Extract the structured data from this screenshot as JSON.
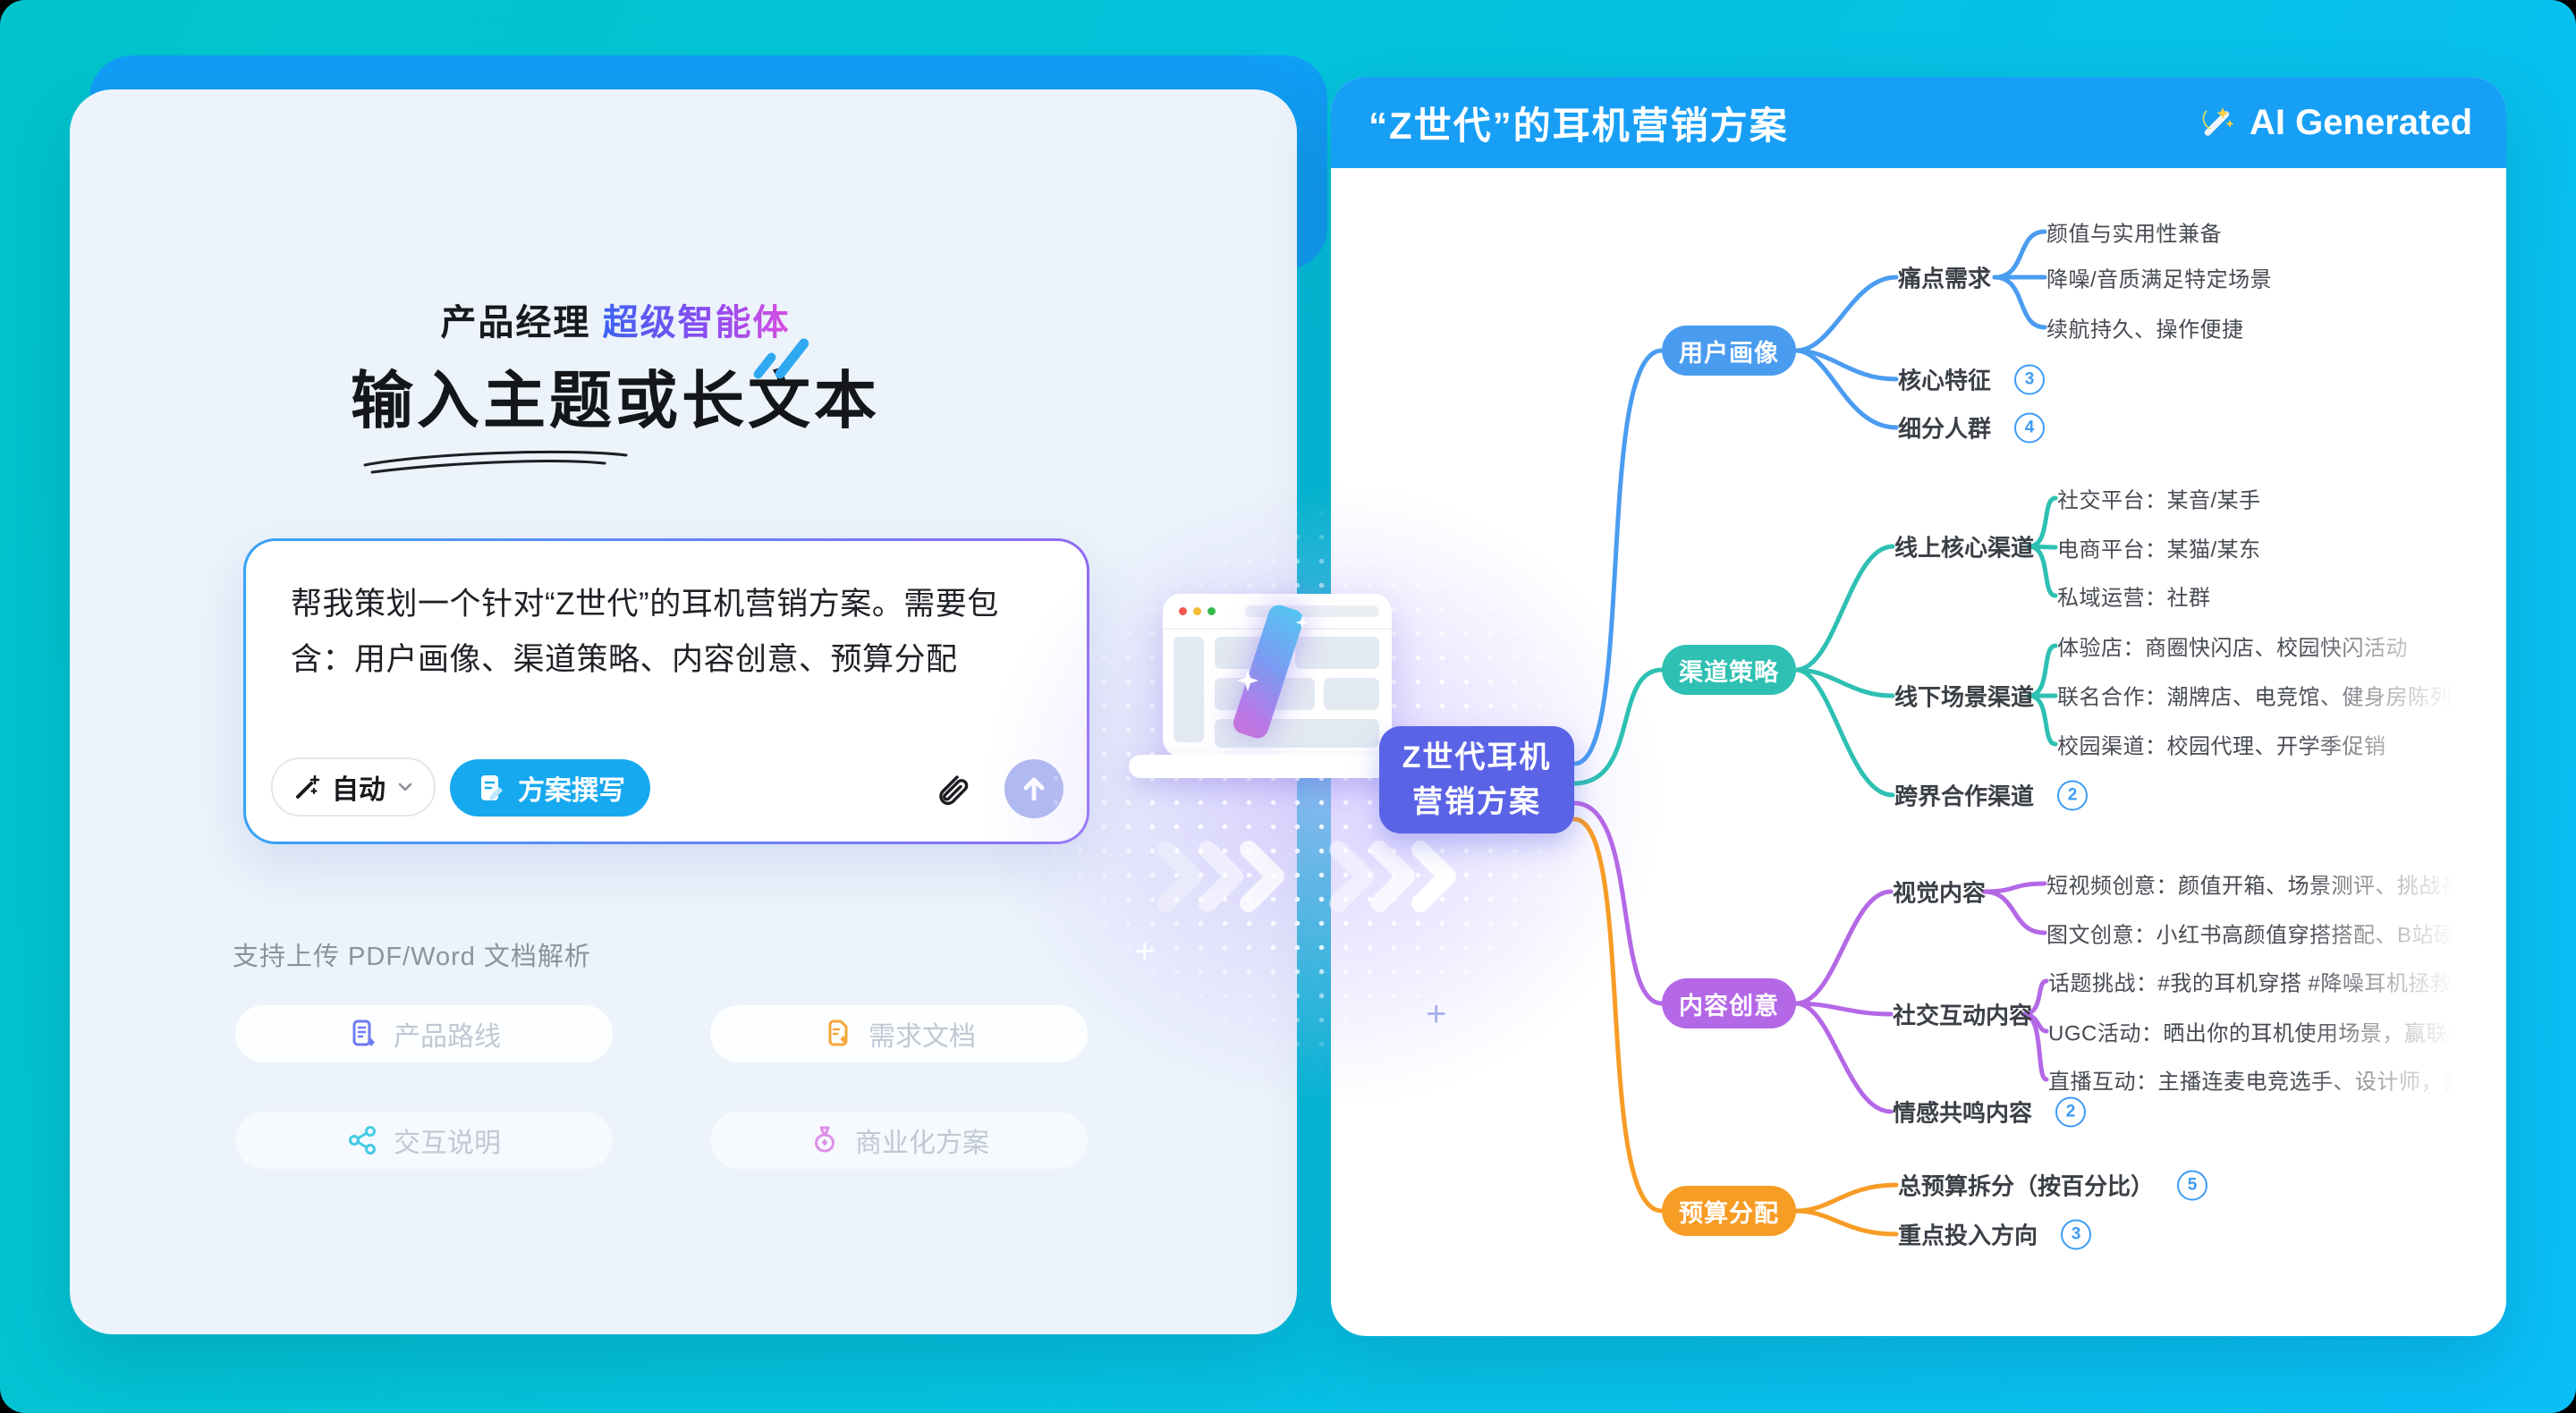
{
  "left_panel": {
    "eyebrow_prefix": "产品经理 ",
    "eyebrow_highlight": "超级智能体",
    "title": "输入主题或长文本",
    "input": {
      "text": "帮我策划一个针对“Z世代”的耳机营销方案。需要包含：用户画像、渠道策略、内容创意、预算分配"
    },
    "controls": {
      "mode_label": "自动",
      "action_label": "方案撰写"
    },
    "upload_hint": "支持上传 PDF/Word 文档解析",
    "suggestions": [
      {
        "label": "产品路线"
      },
      {
        "label": "需求文档"
      },
      {
        "label": "交互说明"
      },
      {
        "label": "商业化方案"
      }
    ]
  },
  "right_panel": {
    "header": {
      "title": "“Z世代”的耳机营销方案",
      "badge": "AI Generated"
    },
    "mindmap": {
      "central": {
        "line1": "Z世代耳机",
        "line2": "营销方案"
      },
      "branches": [
        {
          "label": "用户画像",
          "color": "#4A9CF0",
          "children": [
            {
              "label": "痛点需求",
              "leaves": [
                "颜值与实用性兼备",
                "降噪/音质满足特定场景",
                "续航持久、操作便捷"
              ]
            },
            {
              "label": "核心特征",
              "count": "3"
            },
            {
              "label": "细分人群",
              "count": "4"
            }
          ]
        },
        {
          "label": "渠道策略",
          "color": "#2EC0B2",
          "children": [
            {
              "label": "线上核心渠道",
              "leaves": [
                "社交平台：某音/某手",
                "电商平台：某猫/某东",
                "私域运营：社群"
              ]
            },
            {
              "label": "线下场景渠道",
              "leaves": [
                "体验店：商圈快闪店、校园快闪活动",
                "联名合作：潮牌店、电竞馆、健身房陈列售",
                "校园渠道：校园代理、开学季促销"
              ]
            },
            {
              "label": "跨界合作渠道",
              "count": "2"
            }
          ]
        },
        {
          "label": "内容创意",
          "color": "#B468E6",
          "children": [
            {
              "label": "视觉内容",
              "leaves": [
                "短视频创意：颜值开箱、场景测评、挑战视频",
                "图文创意：小红书高颜值穿搭搭配、B站硬核音"
              ]
            },
            {
              "label": "社交互动内容",
              "leaves": [
                "话题挑战：#我的耳机穿搭 #降噪耳机拯救世",
                "UGC活动：晒出你的耳机使用场景，赢联名",
                "直播互动：主播连麦电竞选手、设计师，实"
              ]
            },
            {
              "label": "情感共鸣内容",
              "count": "2"
            }
          ]
        },
        {
          "label": "预算分配",
          "color": "#F79C25",
          "children": [
            {
              "label": "总预算拆分（按百分比）",
              "count": "5"
            },
            {
              "label": "重点投入方向",
              "count": "3"
            }
          ]
        }
      ]
    }
  }
}
